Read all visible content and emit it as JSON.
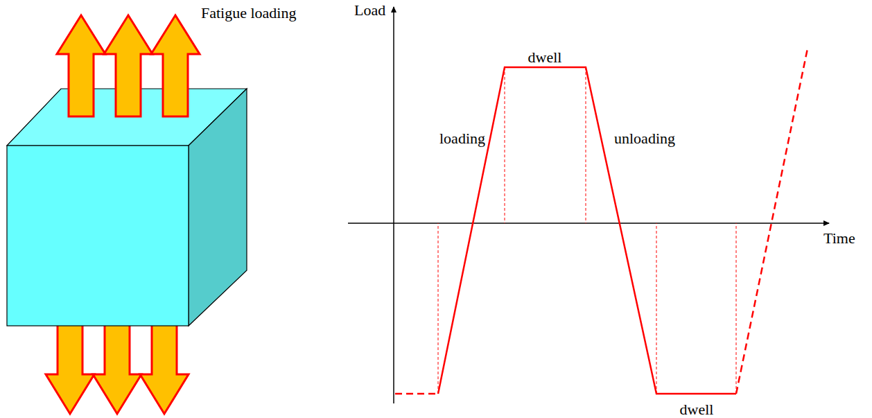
{
  "diagram": {
    "labels": [
      "Fatigue loading",
      "Load",
      "dwell",
      "loading",
      "unloading",
      "Time",
      "dwell"
    ]
  }
}
